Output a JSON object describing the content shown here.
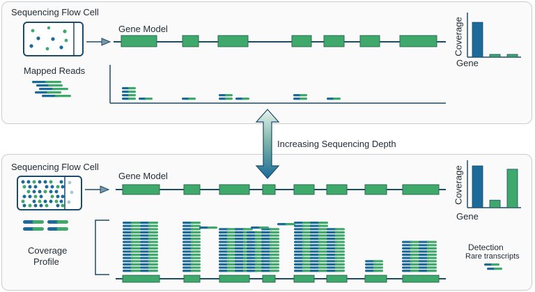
{
  "top": {
    "flow_cell_label": "Sequencing Flow Cell",
    "gene_model_label": "Gene Model",
    "mapped_reads_label": "Mapped Reads",
    "chart": {
      "ylabel": "Coverage",
      "xlabel": "Gene",
      "values": [
        1.0,
        0.08,
        0.08
      ]
    }
  },
  "middle": {
    "depth_label": "Increasing Sequencing Depth"
  },
  "bottom": {
    "flow_cell_label": "Sequencing Flow Cell",
    "gene_model_label": "Gene Model",
    "coverage_profile_label": [
      "Coverage",
      "Profile"
    ],
    "detection_label": "Detection",
    "rare_label": "Rare transcripts",
    "chart": {
      "ylabel": "Coverage",
      "xlabel": "Gene",
      "values": [
        1.0,
        0.18,
        0.92
      ]
    }
  },
  "colors": {
    "blue": "#1c6a99",
    "green": "#3fa86b",
    "dark": "#1a4b6b"
  }
}
